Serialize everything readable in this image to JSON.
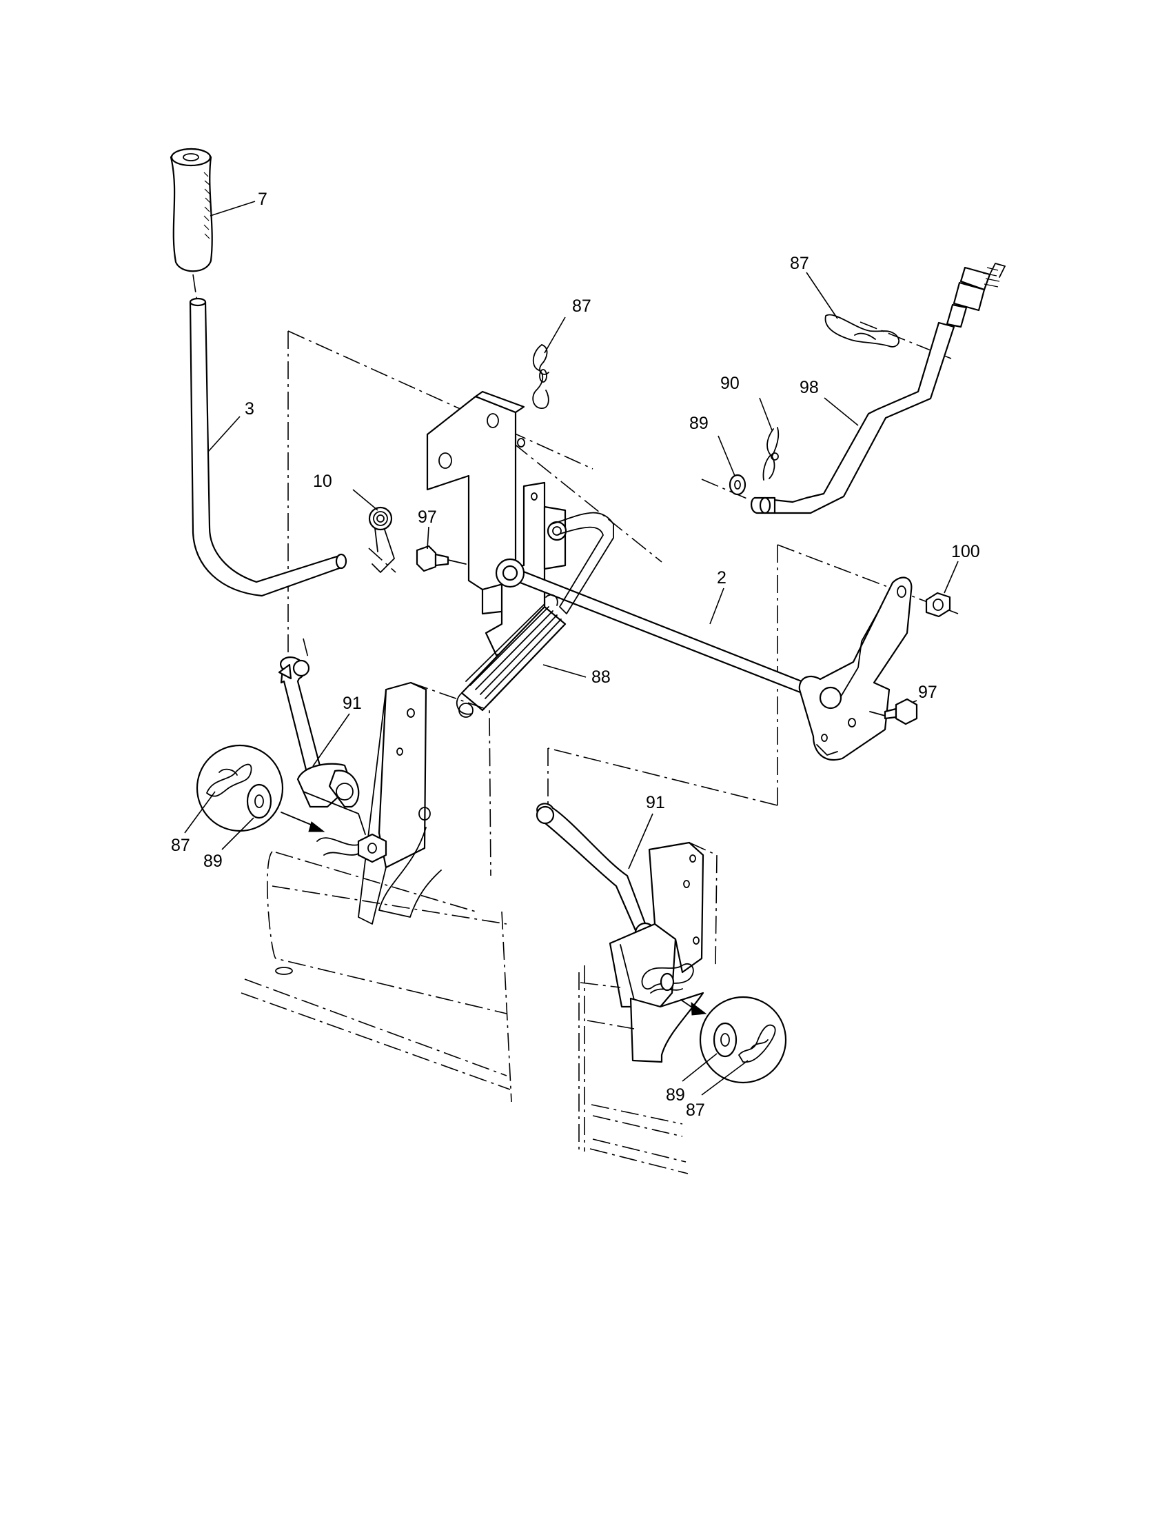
{
  "callouts": [
    {
      "id": "grip-7",
      "text": "7"
    },
    {
      "id": "lever-3",
      "text": "3"
    },
    {
      "id": "spring-10",
      "text": "10"
    },
    {
      "id": "bolt-97-left",
      "text": "97"
    },
    {
      "id": "clip-87-top",
      "text": "87"
    },
    {
      "id": "clip-87-right",
      "text": "87"
    },
    {
      "id": "pin-90",
      "text": "90"
    },
    {
      "id": "washer-89-top",
      "text": "89"
    },
    {
      "id": "rod-98",
      "text": "98"
    },
    {
      "id": "shaft-2",
      "text": "2"
    },
    {
      "id": "nut-100",
      "text": "100"
    },
    {
      "id": "bolt-97-right",
      "text": "97"
    },
    {
      "id": "spring-88",
      "text": "88"
    },
    {
      "id": "link-91-left",
      "text": "91"
    },
    {
      "id": "link-91-right",
      "text": "91"
    },
    {
      "id": "clip-87-left-detail",
      "text": "87"
    },
    {
      "id": "washer-89-left-detail",
      "text": "89"
    },
    {
      "id": "washer-89-right-detail",
      "text": "89"
    },
    {
      "id": "clip-87-right-detail",
      "text": "87"
    }
  ]
}
